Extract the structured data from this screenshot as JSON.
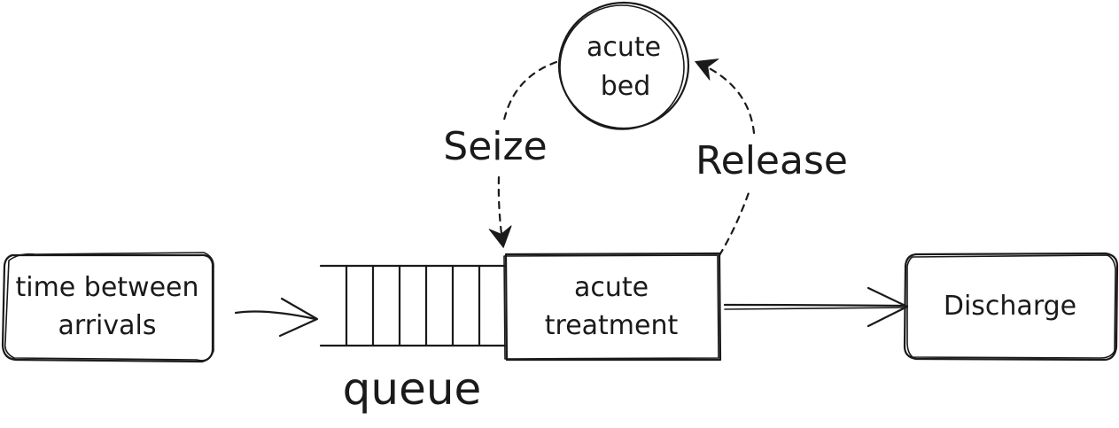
{
  "nodes": {
    "arrivals": {
      "line1": "time between",
      "line2": "arrivals"
    },
    "queue": {
      "label": "queue"
    },
    "treatment": {
      "line1": "acute",
      "line2": "treatment"
    },
    "bed": {
      "line1": "acute",
      "line2": "bed"
    },
    "discharge": {
      "label": "Discharge"
    }
  },
  "edges": {
    "seize": {
      "label": "Seize"
    },
    "release": {
      "label": "Release"
    }
  },
  "colors": {
    "ink": "#1a1a1a",
    "background": "#ffffff"
  }
}
